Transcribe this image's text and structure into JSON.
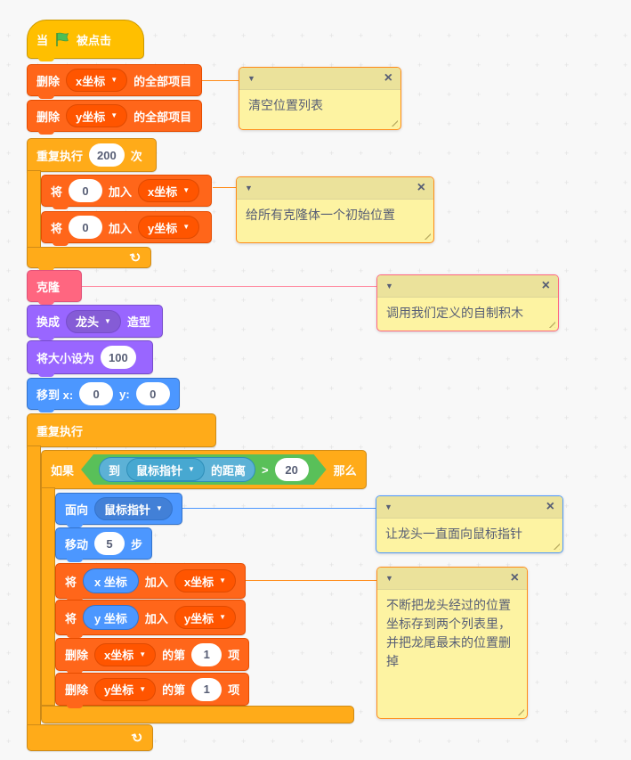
{
  "workspace": {
    "name": "Scratch 脚本区"
  },
  "icons": {
    "collapse": "▼",
    "close": "×",
    "loop": "↻"
  },
  "colors": {
    "events": "#FFBF00",
    "control": "#FFAB19",
    "motion": "#4C97FF",
    "looks": "#9966FF",
    "sensing": "#5CB1D6",
    "operators": "#59C059",
    "list": "#FF661A",
    "my_blocks": "#FF6680",
    "comment_bg": "#FDF3A2",
    "comment_bar": "#EBE29B",
    "flag_green": "#4CBF56"
  },
  "blocks": {
    "when_flag_clicked": {
      "prefix": "当",
      "suffix": "被点击"
    },
    "delete_all_x": {
      "verb": "删除",
      "list": "x坐标",
      "suffix": "的全部项目"
    },
    "delete_all_y": {
      "verb": "删除",
      "list": "y坐标",
      "suffix": "的全部项目"
    },
    "repeat_200": {
      "label": "重复执行",
      "count": "200",
      "suffix": "次"
    },
    "add_0_x": {
      "verb": "将",
      "value": "0",
      "mid": "加入",
      "list": "x坐标"
    },
    "add_0_y": {
      "verb": "将",
      "value": "0",
      "mid": "加入",
      "list": "y坐标"
    },
    "clone_call": {
      "label": "克隆"
    },
    "switch_costume": {
      "prefix": "换成",
      "costume": "龙头",
      "suffix": "造型"
    },
    "set_size": {
      "label": "将大小设为",
      "value": "100"
    },
    "goto_xy": {
      "prefix": "移到 x:",
      "x": "0",
      "mid": "y:",
      "y": "0"
    },
    "forever": {
      "label": "重复执行"
    },
    "if_block": {
      "prefix": "如果",
      "suffix": "那么",
      "condition": {
        "to": "到",
        "target": "鼠标指针",
        "distance": "的距离",
        "op": ">",
        "value": "20"
      }
    },
    "point_towards": {
      "verb": "面向",
      "target": "鼠标指针"
    },
    "move_steps": {
      "verb": "移动",
      "value": "5",
      "suffix": "步"
    },
    "add_xpos": {
      "verb": "将",
      "reporter": "x 坐标",
      "mid": "加入",
      "list": "x坐标"
    },
    "add_ypos": {
      "verb": "将",
      "reporter": "y 坐标",
      "mid": "加入",
      "list": "y坐标"
    },
    "delete_item_x": {
      "verb": "删除",
      "list": "x坐标",
      "mid": "的第",
      "index": "1",
      "suffix": "项"
    },
    "delete_item_y": {
      "verb": "删除",
      "list": "y坐标",
      "mid": "的第",
      "index": "1",
      "suffix": "项"
    }
  },
  "comments": {
    "c1": {
      "text": "清空位置列表"
    },
    "c2": {
      "text": "给所有克隆体一个初始位置"
    },
    "c3": {
      "text": "调用我们定义的自制积木"
    },
    "c4": {
      "text": "让龙头一直面向鼠标指针"
    },
    "c5": {
      "text": "不断把龙头经过的位置坐标存到两个列表里， 并把龙尾最末的位置删掉"
    }
  }
}
